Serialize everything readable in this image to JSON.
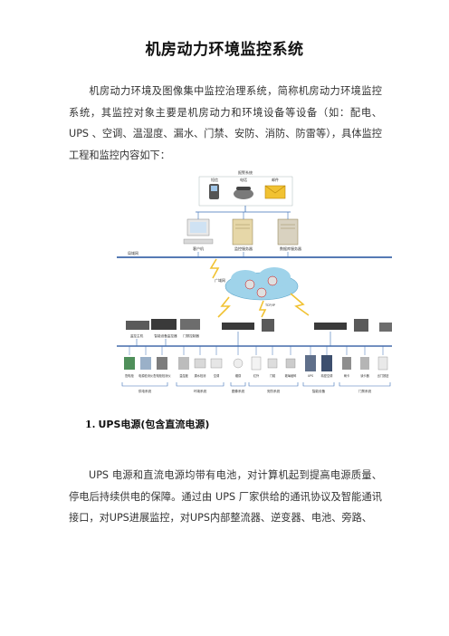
{
  "doc": {
    "title": "机房动力环境监控系统",
    "intro": "机房动力环境及图像集中监控治理系统，简称机房动力环境监控系统，其监控对象主要是机房动力和环境设备等设备（如：配电、UPS 、空调、温湿度、漏水、门禁、安防、消防、防雷等），具体监控工程和监控内容如下：",
    "section1": {
      "number": "1.",
      "title": "UPS电源(包含直流电源)"
    },
    "section1_text": "UPS 电源和直流电源均带有电池，对计算机起到提高电源质量、停电后持续供电的保障。通过由 UPS 厂家供给的通讯协议及智能通讯接口，对UPS进展监控，对UPS内部整流器、逆变器、电池、旁路、"
  },
  "diagram": {
    "alarm_label": "报警系统",
    "alarm_items": [
      "短信",
      "电话",
      "邮件"
    ],
    "servers": [
      "客户机",
      "监控服务器",
      "数据库服务器"
    ],
    "lan_label": "局域网",
    "wan_label": "广域网",
    "tcp_label": "TCP/IP",
    "hosts": [
      "监控主机",
      "智能设备监控器",
      "门禁控制器"
    ],
    "groups": [
      "供电系统",
      "环境系统",
      "图像系统",
      "安防系统",
      "智能设备",
      "门禁系统"
    ],
    "devices": [
      "配电柜",
      "电源检测仪",
      "配电柜检测仪",
      "温湿度",
      "漏水检测",
      "空调",
      "烟感",
      "红外",
      "门磁",
      "玻璃破碎",
      "UPS",
      "精密空调",
      "刷卡",
      "读卡器",
      "出门按钮"
    ]
  }
}
